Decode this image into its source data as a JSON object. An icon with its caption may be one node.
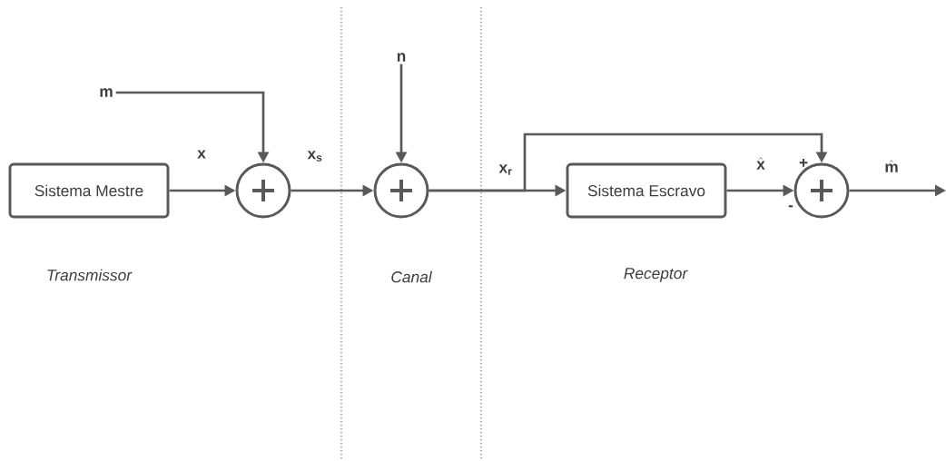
{
  "diagram": {
    "nodes": [
      {
        "text": [
          "Sistema Mestre"
        ]
      },
      {
        "text": [
          "m"
        ]
      },
      {
        "text": [],
        "shape": "circle"
      },
      {
        "text": [],
        "shape": "circle"
      },
      {
        "text": [
          "n"
        ]
      },
      {
        "text": [
          "Sistema Escravo"
        ]
      },
      {
        "text": [],
        "shape": "circle"
      }
    ],
    "edges": [
      {
        "from": 0,
        "to": 2,
        "arrow": "to",
        "label": "x"
      },
      {
        "from": 1,
        "to": 2,
        "arrow": "to"
      },
      {
        "from": 2,
        "to": 3,
        "arrow": "to",
        "label": "x$_{s}$"
      },
      {
        "from": 4,
        "to": 3,
        "arrow": "to"
      },
      {
        "from": 3,
        "to": 5,
        "arrow": "to",
        "label": "x$_{r}$"
      },
      {
        "from": 3,
        "to": 6,
        "arrow": "to"
      },
      {
        "from": 5,
        "to": 6,
        "arrow": "to",
        "label": "\\hat{\\mathbf{x}}"
      },
      {
        "from": 6,
        "to": null,
        "arrow": "to",
        "label": "\\hat{\\mathbf{m}}"
      }
    ],
    "labels": [
      "+",
      "-",
      "Transmissor",
      "Canal",
      "Receptor"
    ]
  }
}
